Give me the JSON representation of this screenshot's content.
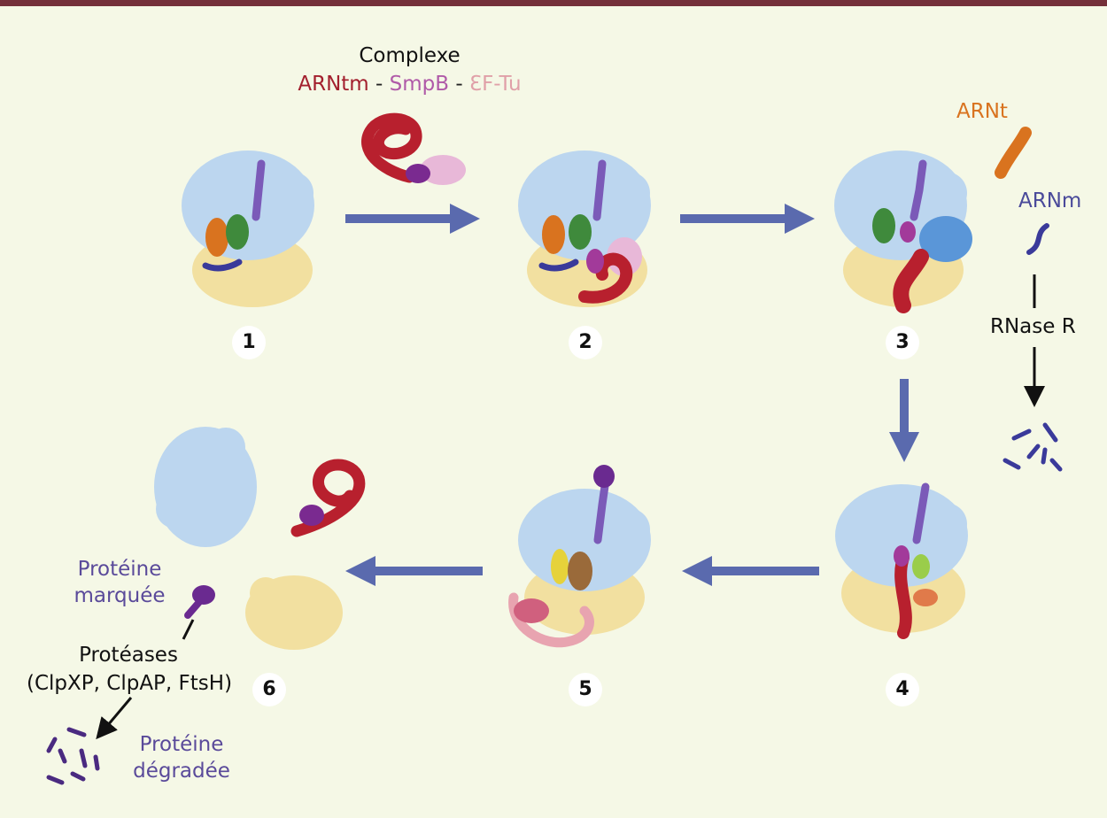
{
  "header": {
    "complex_title": "Complexe",
    "complex_parts": [
      {
        "text": "ARNtm",
        "color": "#a3202e"
      },
      {
        "text": " - ",
        "color": "#222222"
      },
      {
        "text": "SmpB",
        "color": "#b05aa8"
      },
      {
        "text": " - ",
        "color": "#222222"
      },
      {
        "text": "ƐF-Tu",
        "color": "#e0a0a8"
      }
    ]
  },
  "labels": {
    "trna": "ARNt",
    "mrna": "ARNm",
    "rnase": "RNase R",
    "tagged_protein_line1": "Protéine",
    "tagged_protein_line2": "marquée",
    "proteases_line1": "Protéases",
    "proteases_line2": "(ClpXP, ClpAP, FtsH)",
    "degraded_protein_line1": "Protéine",
    "degraded_protein_line2": "dégradée"
  },
  "steps": [
    "1",
    "2",
    "3",
    "4",
    "5",
    "6"
  ],
  "colors": {
    "background": "#f5f8e6",
    "top_bar": "#74303a",
    "process_arrow": "#5a6aae",
    "large_subunit": "#bcd6ef",
    "small_subunit": "#f2e0a0",
    "tmrna": "#b8202e",
    "smpb": "#7a2a90",
    "ef_tu": "#e8b8d8",
    "trna": "#d9731f",
    "mrna": "#3a3a9a",
    "peptide": "#7b5ab8",
    "trna_label": "#d9731f",
    "mrna_label": "#4a4a9a",
    "protein_label": "#5a4a9a"
  }
}
